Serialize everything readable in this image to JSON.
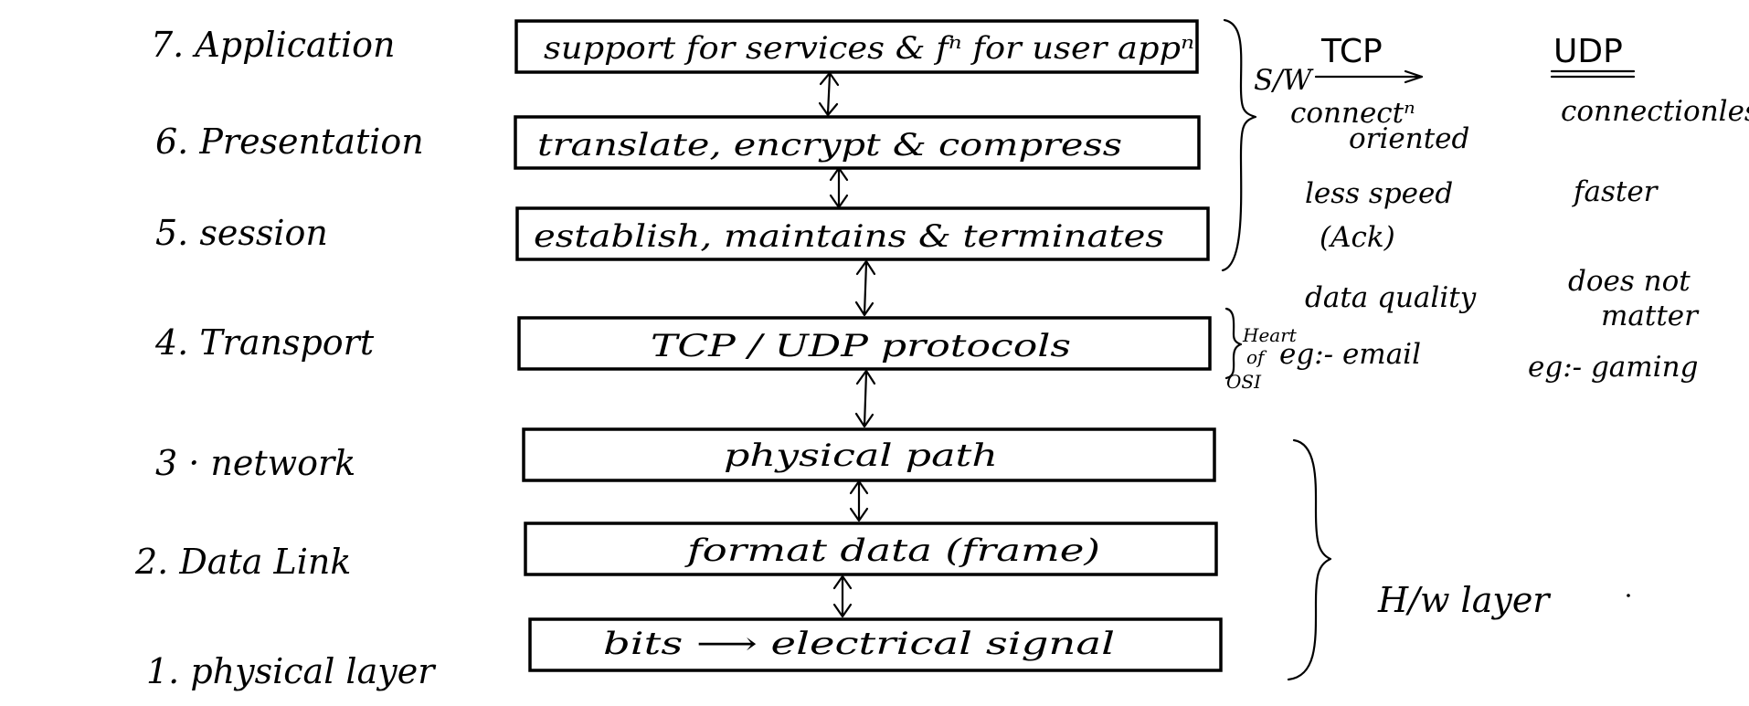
{
  "layers": [
    {
      "label": "7. Application",
      "desc": "support for services & fⁿ for user appⁿ"
    },
    {
      "label": "6. Presentation",
      "desc": "translate, encrypt & compress"
    },
    {
      "label": "5. session",
      "desc": "establish, maintains & terminates"
    },
    {
      "label": "4. Transport",
      "desc": "TCP / UDP protocols"
    },
    {
      "label": "3 · network",
      "desc": "physical path"
    },
    {
      "label": "2. Data Link",
      "desc": "format data (frame)"
    },
    {
      "label": "1. physical layer",
      "desc": "bits ⟶ electrical signal"
    }
  ],
  "sw_group": {
    "label": "S/W"
  },
  "hw_group": {
    "label": "H/w layer"
  },
  "transport_note": {
    "line1": "Heart",
    "line2": "of",
    "line3": "OSI"
  },
  "comparison": {
    "tcp": {
      "header": "TCP",
      "line1": "connectⁿ",
      "line2": "oriented",
      "line3": "less speed",
      "line4": "(Ack)",
      "line5": "data quality",
      "line6": "eg:- email"
    },
    "udp": {
      "header": "UDP",
      "line1": "connectionless",
      "line2": "faster",
      "line3": "does not",
      "line4": "matter",
      "line5": "eg:- gaming"
    }
  }
}
